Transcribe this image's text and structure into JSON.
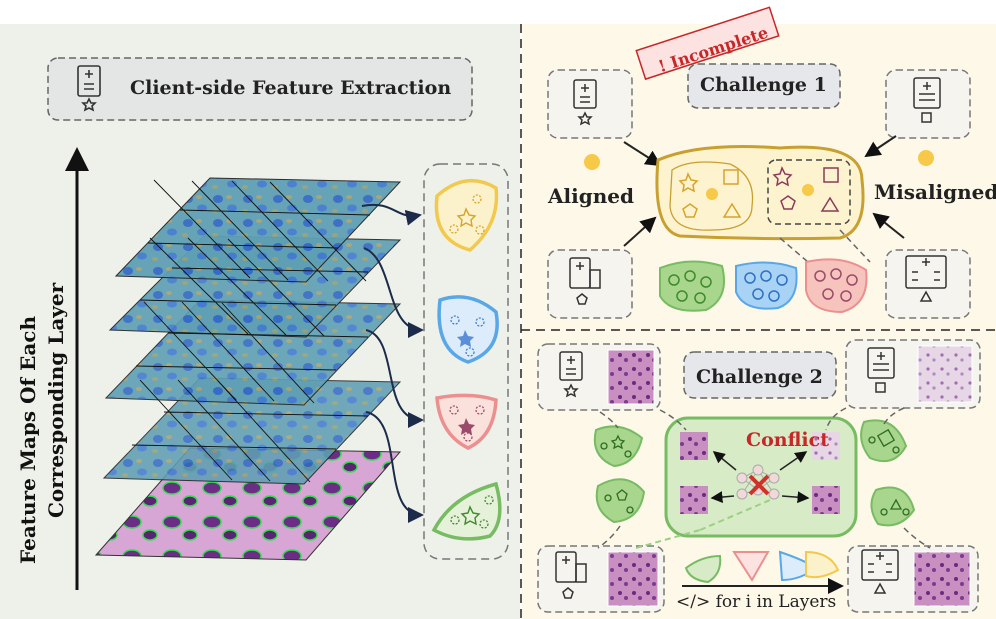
{
  "left": {
    "title": "Client-side Feature Extraction",
    "axis_label_line1": "Feature Maps Of Each",
    "axis_label_line2": "Corresponding Layer"
  },
  "challenge1": {
    "title": "Challenge 1",
    "badge": "! Incomplete",
    "aligned": "Aligned",
    "misaligned": "Misaligned"
  },
  "challenge2": {
    "title": "Challenge 2",
    "conflict": "Conflict",
    "loop_label": "</> for i in Layers"
  },
  "colors": {
    "yellow": "#f2c94c",
    "blue": "#5aa7e8",
    "red": "#ec8f8f",
    "green": "#77bb63",
    "conflict_red": "#c62828"
  },
  "icons": [
    "hospital-star-icon",
    "hospital-square-icon",
    "hospital-pentagon-icon",
    "hospital-triangle-icon"
  ]
}
